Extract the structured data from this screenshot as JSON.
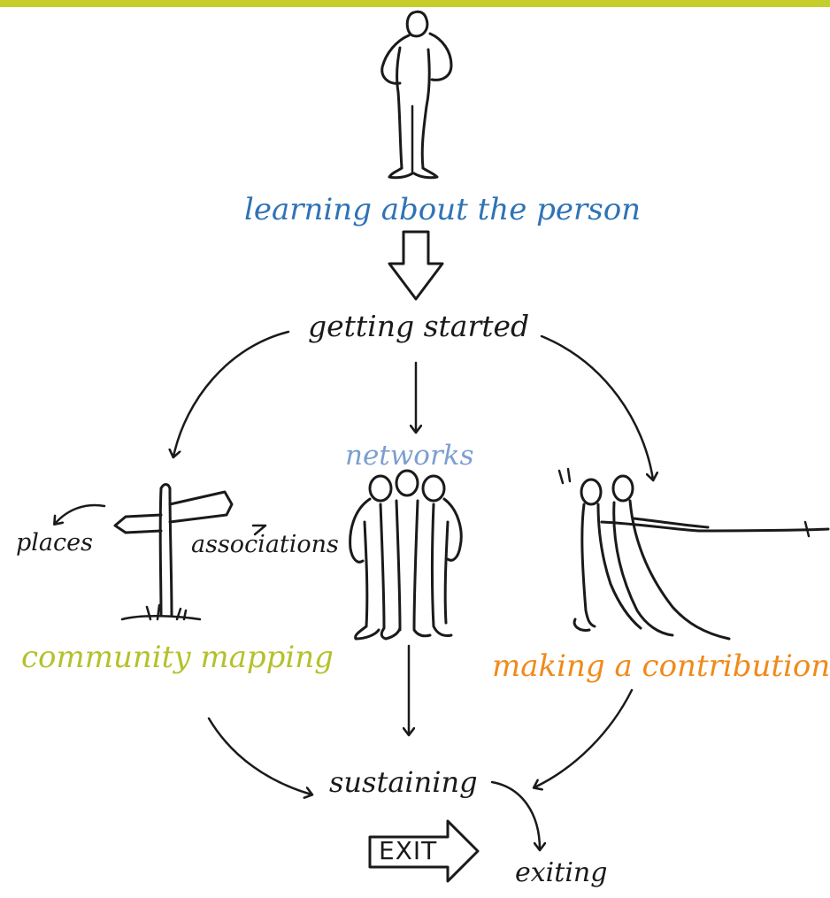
{
  "colors": {
    "top_bar": "#c6cf2a",
    "learning": "#2f73b5",
    "networks": "#7c9fd0",
    "community": "#b5c12b",
    "contribution": "#f08a1c",
    "ink": "#1a1a1a"
  },
  "icons": [
    "standing-person-icon",
    "signpost-icon",
    "group-of-people-icon",
    "tug-of-war-icon",
    "exit-sign-icon"
  ],
  "labels": {
    "learning": "learning about the person",
    "getting_started": "getting started",
    "networks": "networks",
    "places": "places",
    "associations": "associations",
    "community_mapping": "community mapping",
    "making_contribution": "making a contribution",
    "sustaining": "sustaining",
    "exit_sign": "EXIT",
    "exiting": "exiting"
  }
}
